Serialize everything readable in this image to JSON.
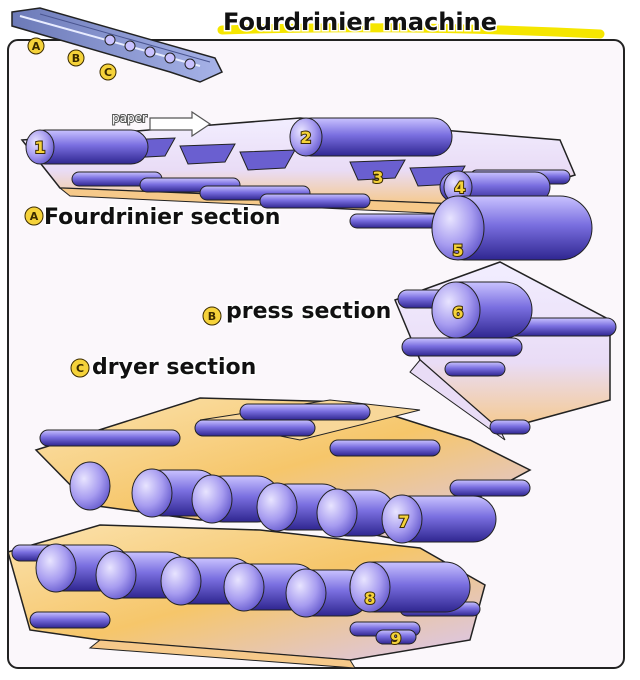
{
  "title": "Fourdrinier machine",
  "mini_labels": [
    "A",
    "B",
    "C"
  ],
  "paper_label": "paper",
  "sections": {
    "a": {
      "badge": "A",
      "label": "Fourdrinier section"
    },
    "b": {
      "badge": "B",
      "label": "press section"
    },
    "c": {
      "badge": "C",
      "label": "dryer section"
    }
  },
  "rolls": [
    "1",
    "2",
    "3",
    "4",
    "5",
    "6",
    "7",
    "8",
    "9"
  ],
  "colors": {
    "roll": "#7a6fe0",
    "roll_dark": "#3b2fa0",
    "paper_warm": "#f6c66a",
    "paper_cool": "#c9b8f0",
    "badge": "#f5d23a",
    "title_highlight": "#f5e600"
  }
}
